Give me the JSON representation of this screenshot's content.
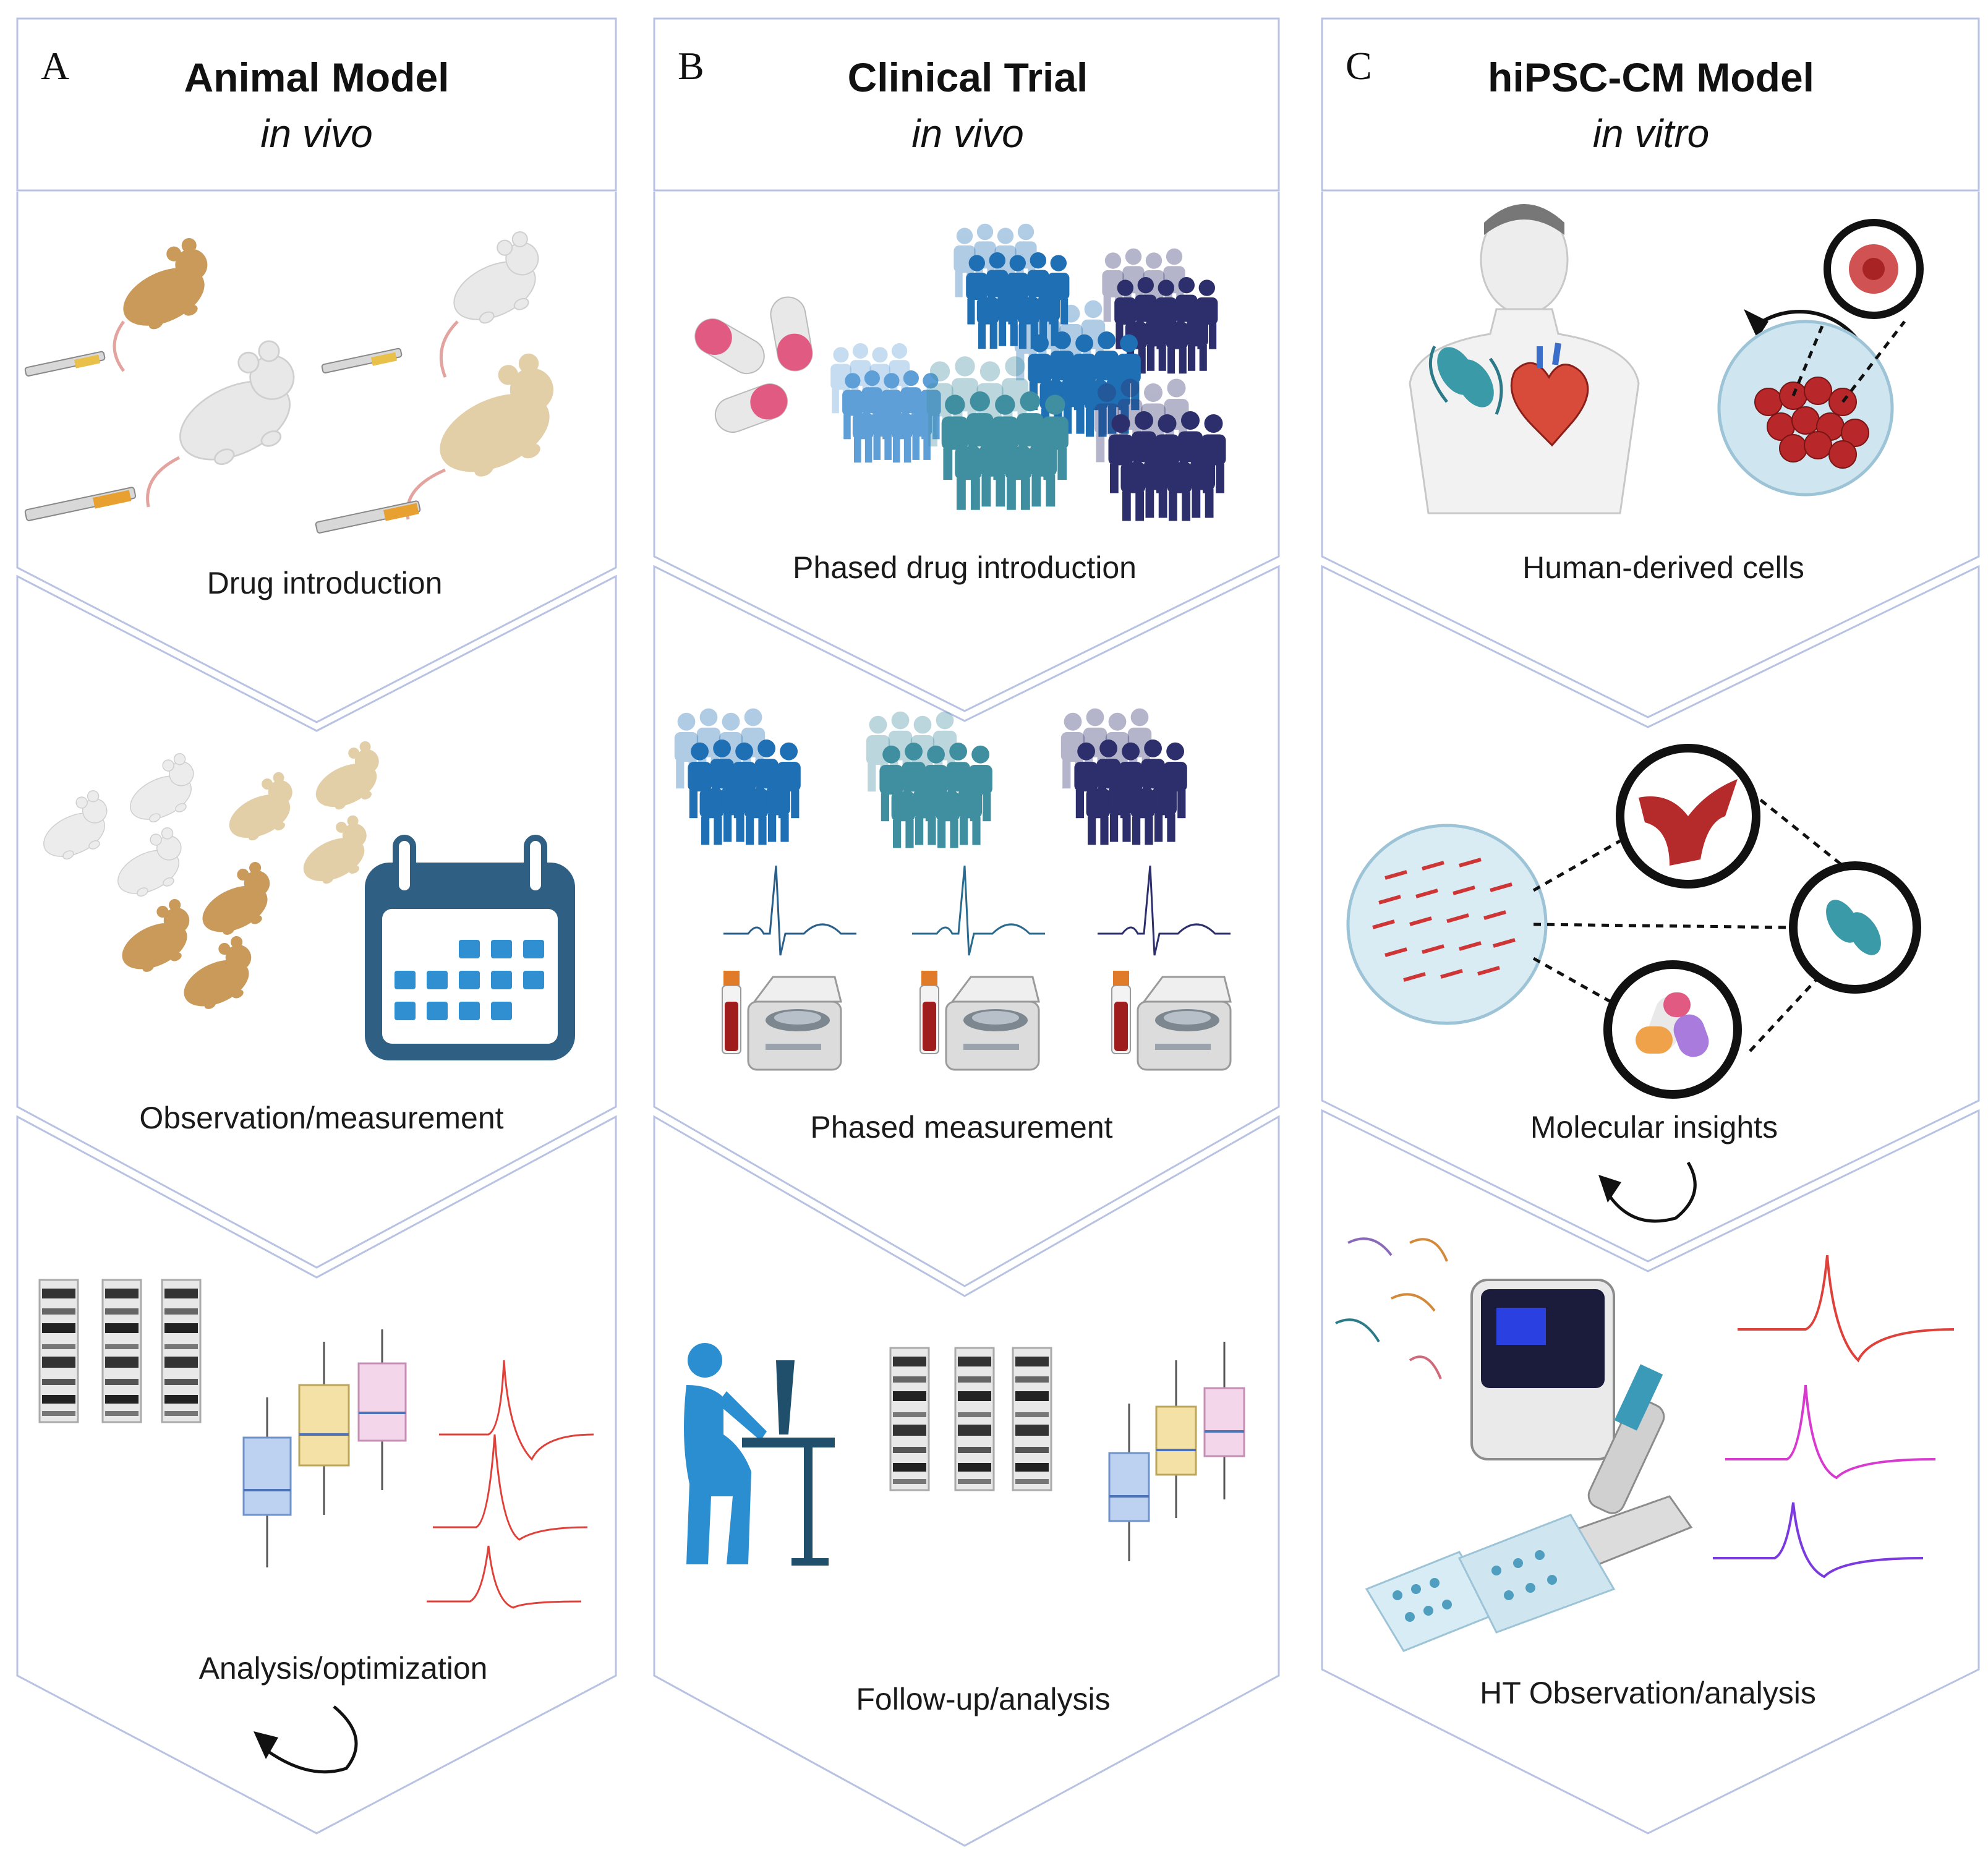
{
  "panels": [
    {
      "letter": "A",
      "title": "Animal Model",
      "subtitle": "in vivo",
      "steps": [
        "Drug introduction",
        "Observation/measurement",
        "Analysis/optimization"
      ]
    },
    {
      "letter": "B",
      "title": "Clinical Trial",
      "subtitle": "in vivo",
      "steps": [
        "Phased drug introduction",
        "Phased measurement",
        "Follow-up/analysis"
      ]
    },
    {
      "letter": "C",
      "title": "hiPSC-CM Model",
      "subtitle": "in vitro",
      "steps": [
        "Human-derived cells",
        "Molecular insights",
        "HT Observation/analysis"
      ]
    }
  ],
  "colors": {
    "frame": "#b8c2e2",
    "people_blue": "#1f6fb5",
    "people_teal": "#3f8fa0",
    "people_navy": "#2c2f6b",
    "calendar": "#2f5f82",
    "trace_red": "#e0403a",
    "trace_magenta": "#d83ad0",
    "trace_purple": "#7a3ae0"
  }
}
